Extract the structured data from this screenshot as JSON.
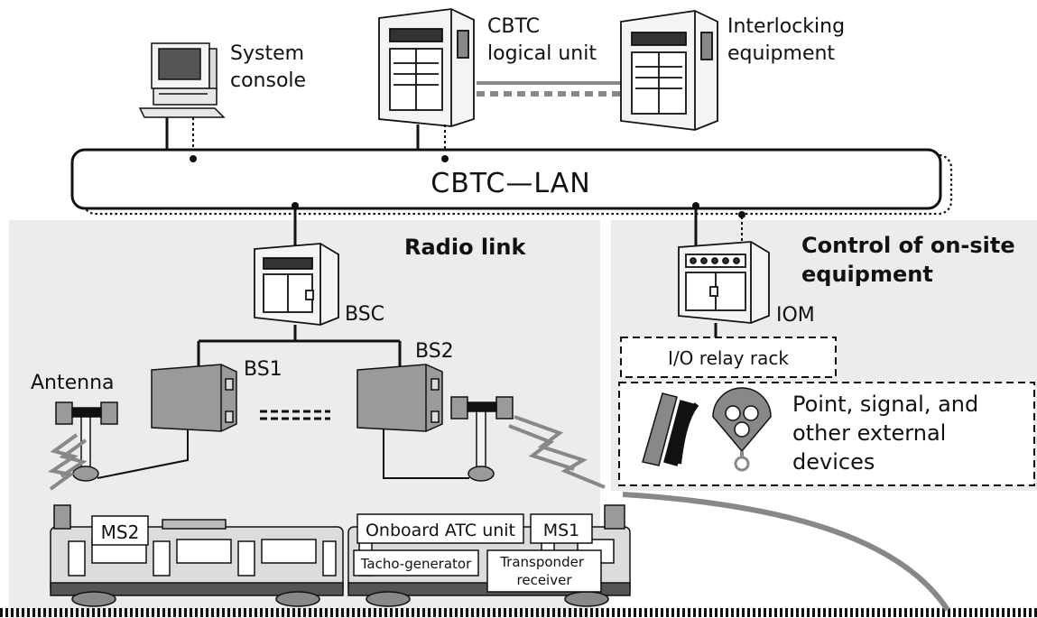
{
  "labels": {
    "system_console": [
      "System",
      "console"
    ],
    "cbtc_logical_unit": [
      "CBTC",
      "logical unit"
    ],
    "interlocking": [
      "Interlocking",
      "equipment"
    ],
    "lan": "CBTC—LAN",
    "radio_link": "Radio link",
    "control_onsite": [
      "Control of on-site",
      "equipment"
    ],
    "bsc": "BSC",
    "iom": "IOM",
    "bs1": "BS1",
    "bs2": "BS2",
    "antenna": "Antenna",
    "io_relay_rack": "I/O relay rack",
    "point_signal": [
      "Point, signal, and",
      "other external",
      "devices"
    ],
    "ms2": "MS2",
    "ms1": "MS1",
    "onboard_atc": "Onboard ATC unit",
    "tacho": "Tacho-generator",
    "transponder": [
      "Transponder",
      "receiver"
    ]
  },
  "colors": {
    "panel": "#ececec",
    "ink": "#111111",
    "equipment": "#f4f4f4",
    "device_gray": "#9a9a9a"
  }
}
